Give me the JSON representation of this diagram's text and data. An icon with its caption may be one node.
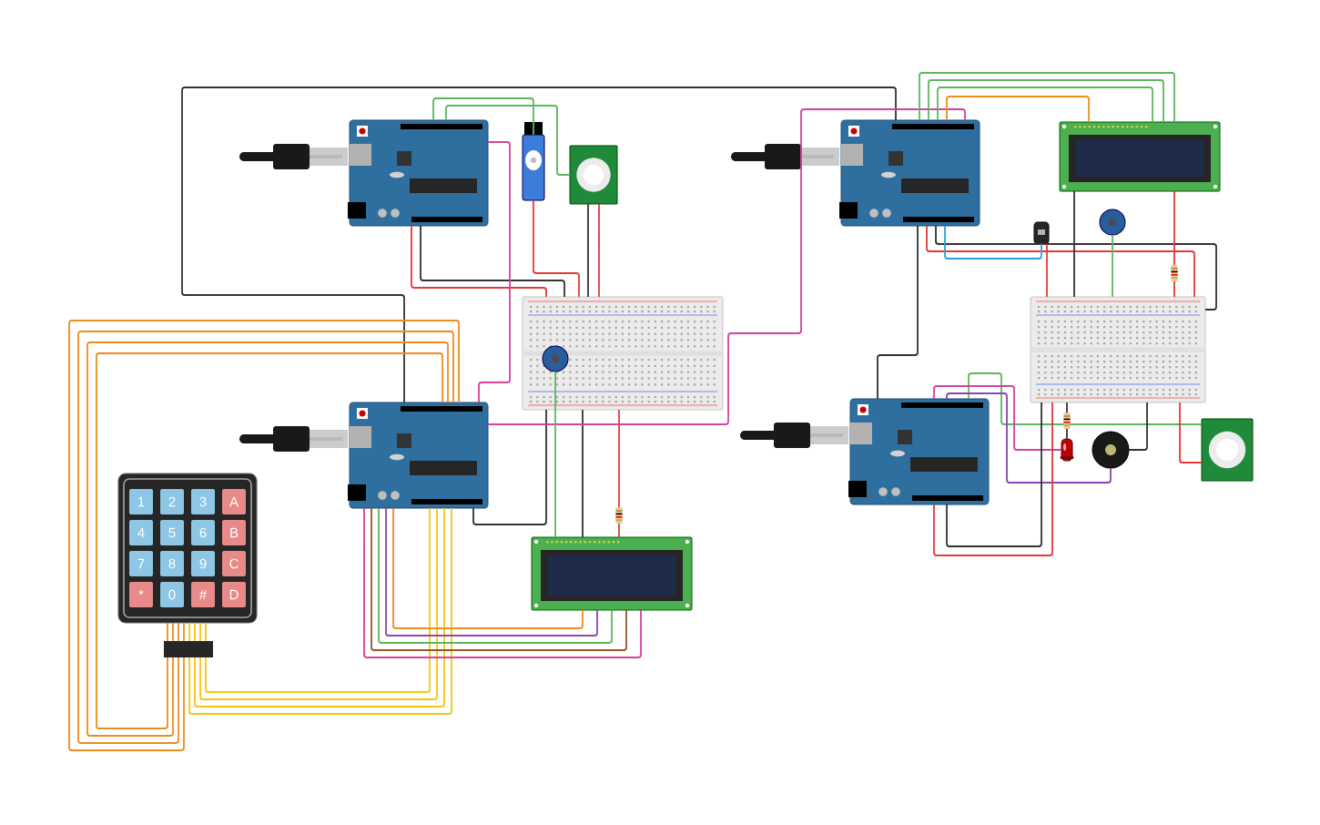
{
  "diagram": {
    "nodes": [
      {
        "text": [],
        "shape": "picture"
      },
      {
        "text": [],
        "shape": "picture"
      },
      {
        "text": [],
        "shape": "picture"
      },
      {
        "text": [],
        "shape": "picture"
      },
      {
        "text": [],
        "shape": "picture"
      },
      {
        "text": [],
        "shape": "picture"
      },
      {
        "text": [],
        "shape": "picture"
      },
      {
        "text": [],
        "shape": "picture"
      },
      {
        "text": [
          "1",
          "2",
          "3",
          "A",
          "4",
          "5",
          "6",
          "B",
          "7",
          "8",
          "9",
          "C",
          "*",
          "0",
          "#",
          "D"
        ]
      },
      {
        "text": [],
        "shape": "picture"
      },
      {
        "text": [],
        "shape": "picture"
      },
      {
        "text": [],
        "shape": "picture"
      },
      {
        "text": [],
        "shape": "picture",
        "in": 4
      },
      {
        "text": [],
        "shape": "picture"
      },
      {
        "text": [],
        "shape": "picture"
      },
      {
        "text": [],
        "shape": "picture"
      },
      {
        "text": [],
        "shape": "picture"
      }
    ],
    "edges": [
      {
        "from": 0,
        "to": 4,
        "arrow": "none",
        "color": "#e53935"
      },
      {
        "from": 0,
        "to": 4,
        "arrow": "none"
      },
      {
        "from": 2,
        "to": 1,
        "arrow": "none"
      },
      {
        "from": 0,
        "to": 9,
        "arrow": "none",
        "color": "#5cb85c"
      },
      {
        "from": 0,
        "to": 10,
        "arrow": "none",
        "color": "#5cb85c"
      },
      {
        "from": 9,
        "to": 4,
        "arrow": "none",
        "color": "#e53935"
      },
      {
        "from": 10,
        "to": 4,
        "arrow": "none"
      },
      {
        "from": 10,
        "to": 4,
        "arrow": "none",
        "color": "#e53935"
      },
      {
        "from": 0,
        "to": 1,
        "arrow": "none",
        "color": "#d6409f"
      },
      {
        "from": 8,
        "to": 1,
        "arrow": "none",
        "color": "#f08c1e"
      },
      {
        "from": 8,
        "to": 1,
        "arrow": "none",
        "color": "#f08c1e"
      },
      {
        "from": 8,
        "to": 1,
        "arrow": "none",
        "color": "#f08c1e"
      },
      {
        "from": 8,
        "to": 1,
        "arrow": "none",
        "color": "#f08c1e"
      },
      {
        "from": 8,
        "to": 1,
        "arrow": "none",
        "color": "#f2c80f"
      },
      {
        "from": 8,
        "to": 1,
        "arrow": "none",
        "color": "#f2c80f"
      },
      {
        "from": 8,
        "to": 1,
        "arrow": "none",
        "color": "#f2c80f"
      },
      {
        "from": 8,
        "to": 1,
        "arrow": "none",
        "color": "#f2c80f"
      },
      {
        "from": 1,
        "to": 6,
        "arrow": "none",
        "color": "#f08c1e"
      },
      {
        "from": 1,
        "to": 6,
        "arrow": "none",
        "color": "#8e44ad"
      },
      {
        "from": 1,
        "to": 6,
        "arrow": "none",
        "color": "#5cb85c"
      },
      {
        "from": 1,
        "to": 6,
        "arrow": "none",
        "color": "#a0522d"
      },
      {
        "from": 1,
        "to": 6,
        "arrow": "none",
        "color": "#d6409f"
      },
      {
        "from": 4,
        "to": 6,
        "arrow": "none"
      },
      {
        "from": 4,
        "to": 6,
        "arrow": "none",
        "color": "#e53935"
      },
      {
        "from": 4,
        "to": 1,
        "arrow": "none"
      },
      {
        "from": 1,
        "to": 2,
        "arrow": "none",
        "color": "#d6409f"
      },
      {
        "from": 2,
        "to": 7,
        "arrow": "none",
        "color": "#5cb85c"
      },
      {
        "from": 2,
        "to": 7,
        "arrow": "none",
        "color": "#5cb85c"
      },
      {
        "from": 2,
        "to": 7,
        "arrow": "none",
        "color": "#5cb85c"
      },
      {
        "from": 2,
        "to": 7,
        "arrow": "none",
        "color": "#f08c1e"
      },
      {
        "from": 2,
        "to": 5,
        "arrow": "none",
        "color": "#e53935"
      },
      {
        "from": 2,
        "to": 5,
        "arrow": "none"
      },
      {
        "from": 2,
        "to": 16,
        "arrow": "none",
        "color": "#29a3d6"
      },
      {
        "from": 16,
        "to": 5,
        "arrow": "none",
        "color": "#e53935"
      },
      {
        "from": 7,
        "to": 5,
        "arrow": "none"
      },
      {
        "from": 7,
        "to": 5,
        "arrow": "none",
        "color": "#e53935"
      },
      {
        "from": 13,
        "to": 5,
        "arrow": "none",
        "color": "#5cb85c"
      },
      {
        "from": 3,
        "to": 2,
        "arrow": "none"
      },
      {
        "from": 3,
        "to": 11,
        "arrow": "none",
        "color": "#5cb85c"
      },
      {
        "from": 3,
        "to": 15,
        "arrow": "none",
        "color": "#d6409f"
      },
      {
        "from": 3,
        "to": 14,
        "arrow": "none",
        "color": "#8e44ad"
      },
      {
        "from": 3,
        "to": 5,
        "arrow": "none",
        "color": "#e53935"
      },
      {
        "from": 3,
        "to": 5,
        "arrow": "none"
      },
      {
        "from": 14,
        "to": 5,
        "arrow": "none"
      },
      {
        "from": 11,
        "to": 5,
        "arrow": "none",
        "color": "#e53935"
      },
      {
        "from": 15,
        "to": 5,
        "arrow": "none"
      },
      {
        "from": 12,
        "to": 6,
        "arrow": "none",
        "color": "#5cb85c"
      }
    ]
  }
}
